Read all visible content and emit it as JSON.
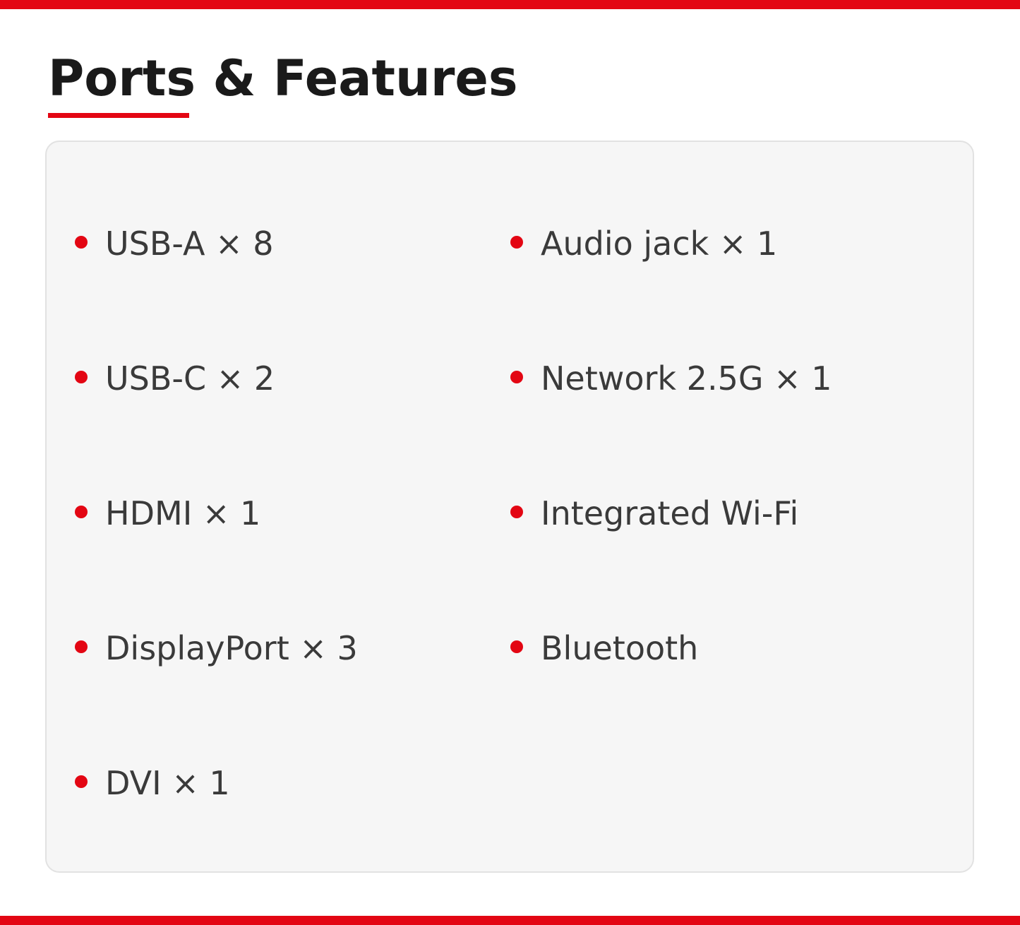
{
  "header": {
    "title": "Ports & Features"
  },
  "features": {
    "left": [
      "USB-A × 8",
      "USB-C × 2",
      "HDMI × 1",
      "DisplayPort × 3",
      "DVI × 1"
    ],
    "right": [
      "Audio jack × 1",
      "Network 2.5G × 1",
      "Integrated Wi-Fi",
      "Bluetooth"
    ]
  },
  "colors": {
    "accent": "#e30613",
    "title_text": "#1a1a1a",
    "body_text": "#3a3a3a",
    "panel_background": "#f6f6f6",
    "panel_border": "#e2e2e2"
  },
  "icons": {
    "bullet": "red-dot-icon"
  }
}
